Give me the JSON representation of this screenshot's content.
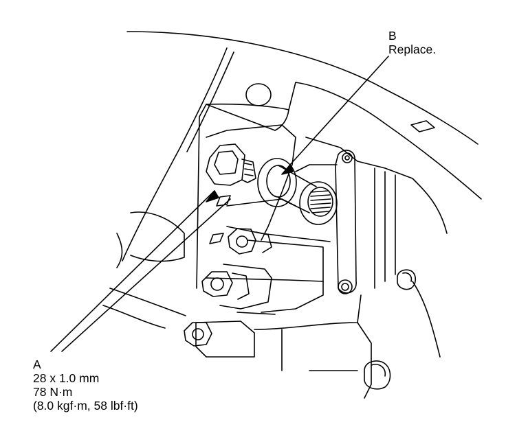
{
  "callouts": {
    "a": {
      "letter": "A",
      "lines": [
        "28 x 1.0 mm",
        "78 N·m",
        "(8.0 kgf·m, 58 lbf·ft)"
      ]
    },
    "b": {
      "letter": "B",
      "note": "Replace."
    }
  },
  "colors": {
    "ink": "#000000",
    "paper": "#ffffff"
  }
}
